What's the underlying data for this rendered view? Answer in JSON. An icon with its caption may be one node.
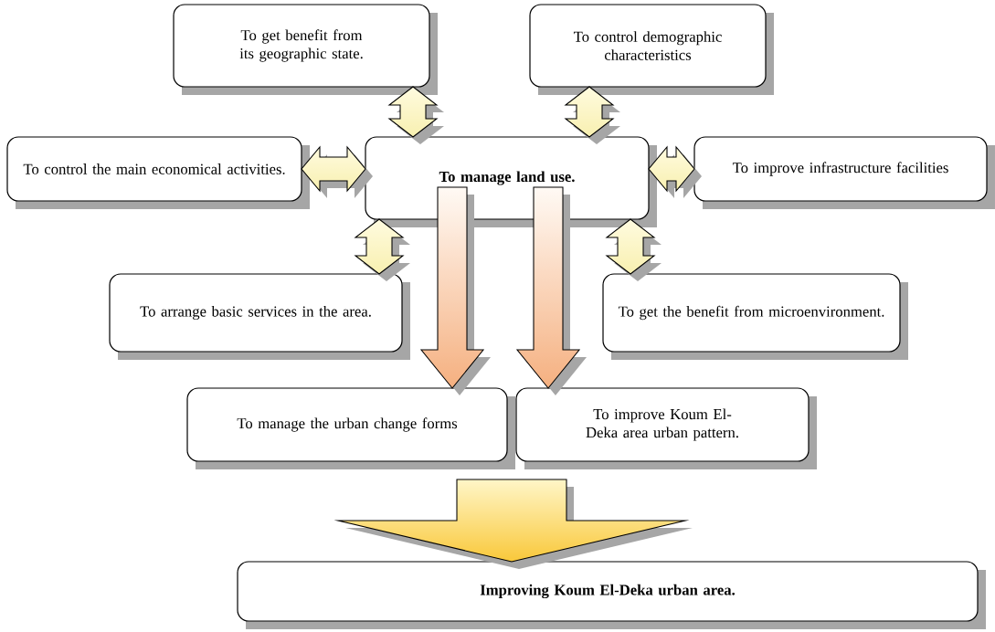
{
  "diagram": {
    "nodes": [
      {
        "text": [
          "To get benefit from its geographic state."
        ]
      },
      {
        "text": [
          "To control demographic characteristics"
        ]
      },
      {
        "text": [
          "To control the main economical activities."
        ]
      },
      {
        "text": [
          "**To manage land use.**"
        ]
      },
      {
        "text": [
          "To improve infrastructure facilities"
        ]
      },
      {
        "text": [
          "To arrange basic services in the area."
        ]
      },
      {
        "text": [
          "To get the benefit from microenvironment."
        ]
      },
      {
        "text": [
          "To manage the urban change forms"
        ]
      },
      {
        "text": [
          "To improve Koum El-Deka area urban pattern."
        ]
      },
      {
        "text": [
          "**Improving Koum El-Deka urban area.**"
        ]
      }
    ],
    "edges": [
      {
        "from": 0,
        "to": 3,
        "arrow": "both"
      },
      {
        "from": 1,
        "to": 3,
        "arrow": "both"
      },
      {
        "from": 2,
        "to": 3,
        "arrow": "both"
      },
      {
        "from": 4,
        "to": 3,
        "arrow": "both"
      },
      {
        "from": 3,
        "to": 5,
        "arrow": "both"
      },
      {
        "from": 3,
        "to": 6,
        "arrow": "both"
      },
      {
        "from": 3,
        "to": 7,
        "arrow": "to"
      },
      {
        "from": 3,
        "to": 8,
        "arrow": "to"
      },
      {
        "from": 7,
        "to": 9,
        "arrow": "to"
      },
      {
        "from": 8,
        "to": 9,
        "arrow": "to"
      }
    ]
  }
}
